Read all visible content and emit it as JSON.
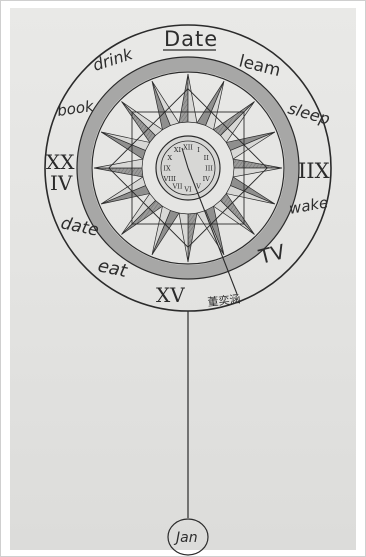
{
  "drawing": {
    "title": "Date",
    "words": {
      "drink": "drink",
      "learn": "leam",
      "book": "book",
      "sleep": "sleep",
      "date": "date",
      "wake": "wake",
      "eat": "eat",
      "tv": "TV"
    },
    "numerals": {
      "left_top": "XX",
      "left_bottom": "IV",
      "right": "IIX",
      "bottom": "XV"
    },
    "signature": "董奕涵",
    "pendulum_label": "Jan",
    "inner_clock_numerals": [
      "XII",
      "I",
      "II",
      "III",
      "IV",
      "V",
      "VI",
      "VII",
      "VIII",
      "IX",
      "X",
      "XI"
    ]
  },
  "colors": {
    "paper": "#e6e6e4",
    "pencil": "#2b2b2b",
    "shade_dark": "#7b7b7b",
    "shade_light": "#a9a9a8"
  }
}
